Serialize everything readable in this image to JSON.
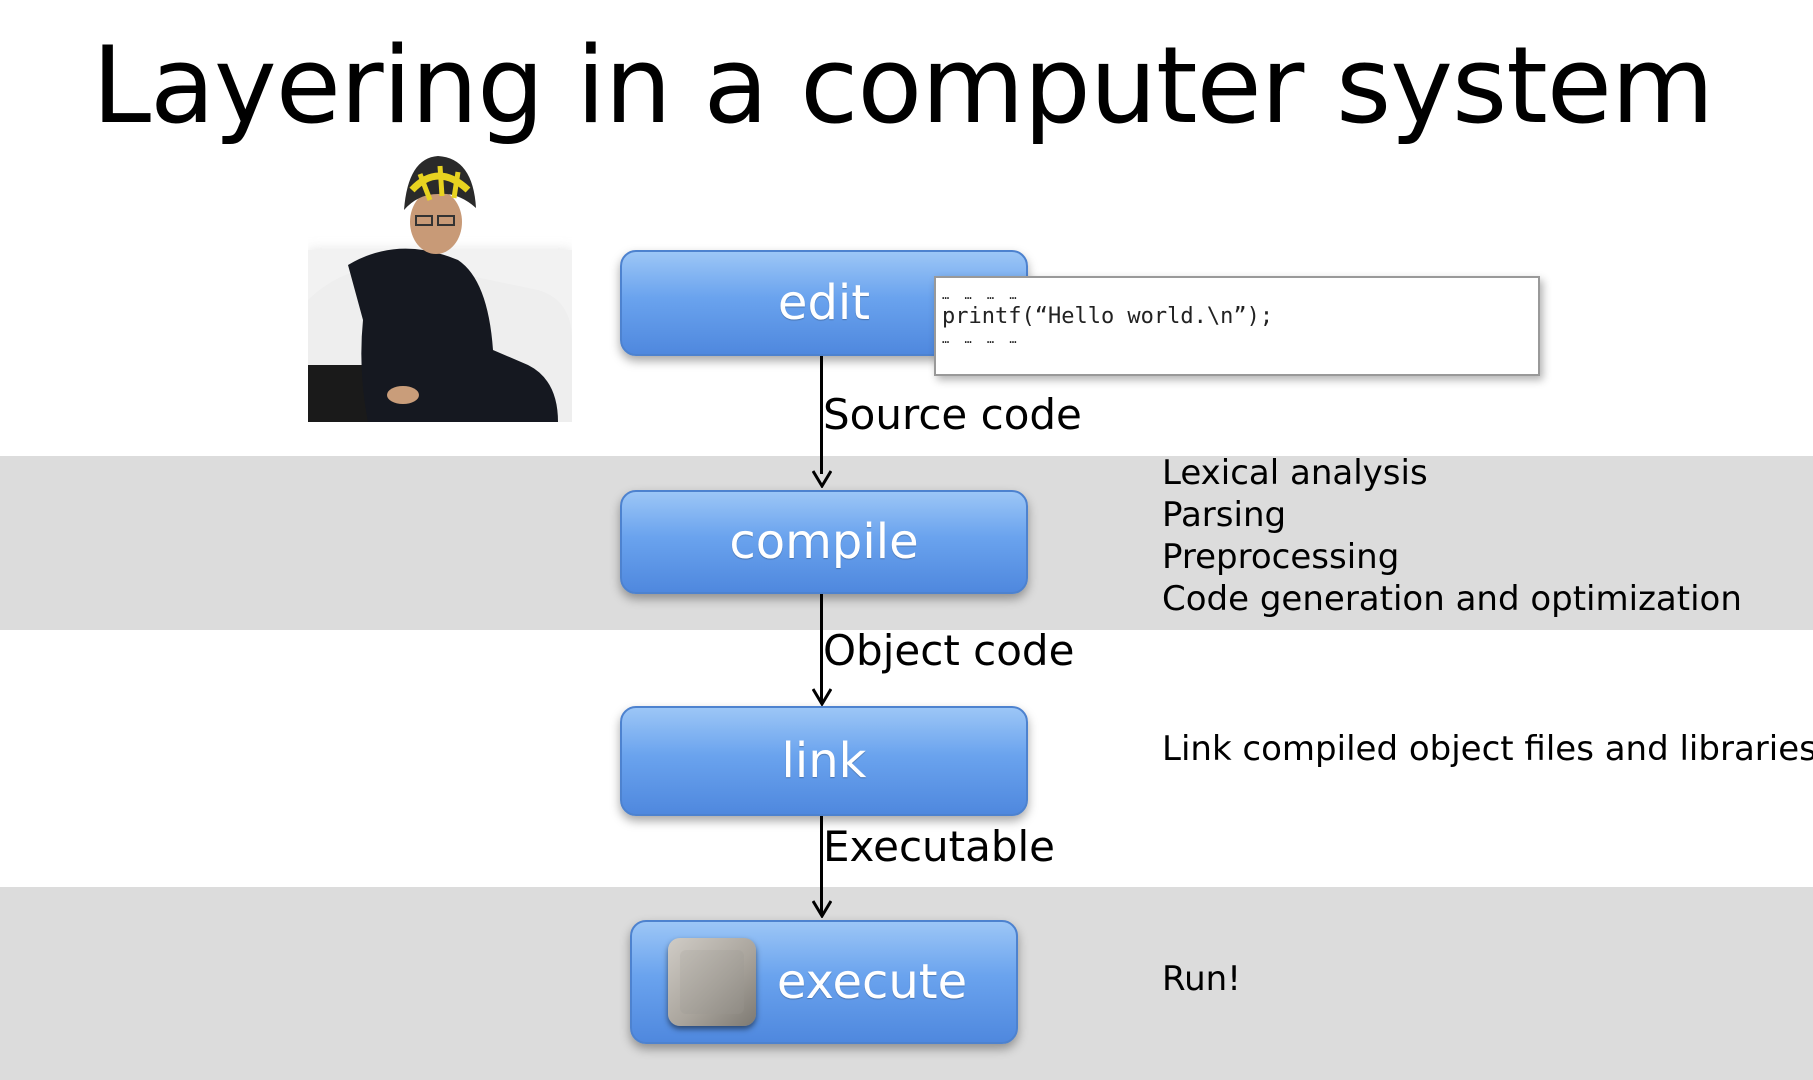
{
  "title": "Layering in a computer system",
  "stages": {
    "edit": "edit",
    "compile": "compile",
    "link": "link",
    "execute": "execute"
  },
  "flows": {
    "source_code": "Source code",
    "object_code": "Object code",
    "executable": "Executable"
  },
  "code_snippet": {
    "dots": "… … … …",
    "line": "printf(“Hello world.\\n”);"
  },
  "notes": {
    "compile": [
      "Lexical analysis",
      "Parsing",
      "Preprocessing",
      "Code generation and optimization"
    ],
    "link": "Link compiled object files and libraries",
    "execute": "Run!"
  },
  "icons": {
    "photo": "person-at-laptop-photo",
    "chip": "processor-chip-icon"
  },
  "colors": {
    "stage_fill": "#6aa3ee",
    "band": "#dcdcdc"
  }
}
